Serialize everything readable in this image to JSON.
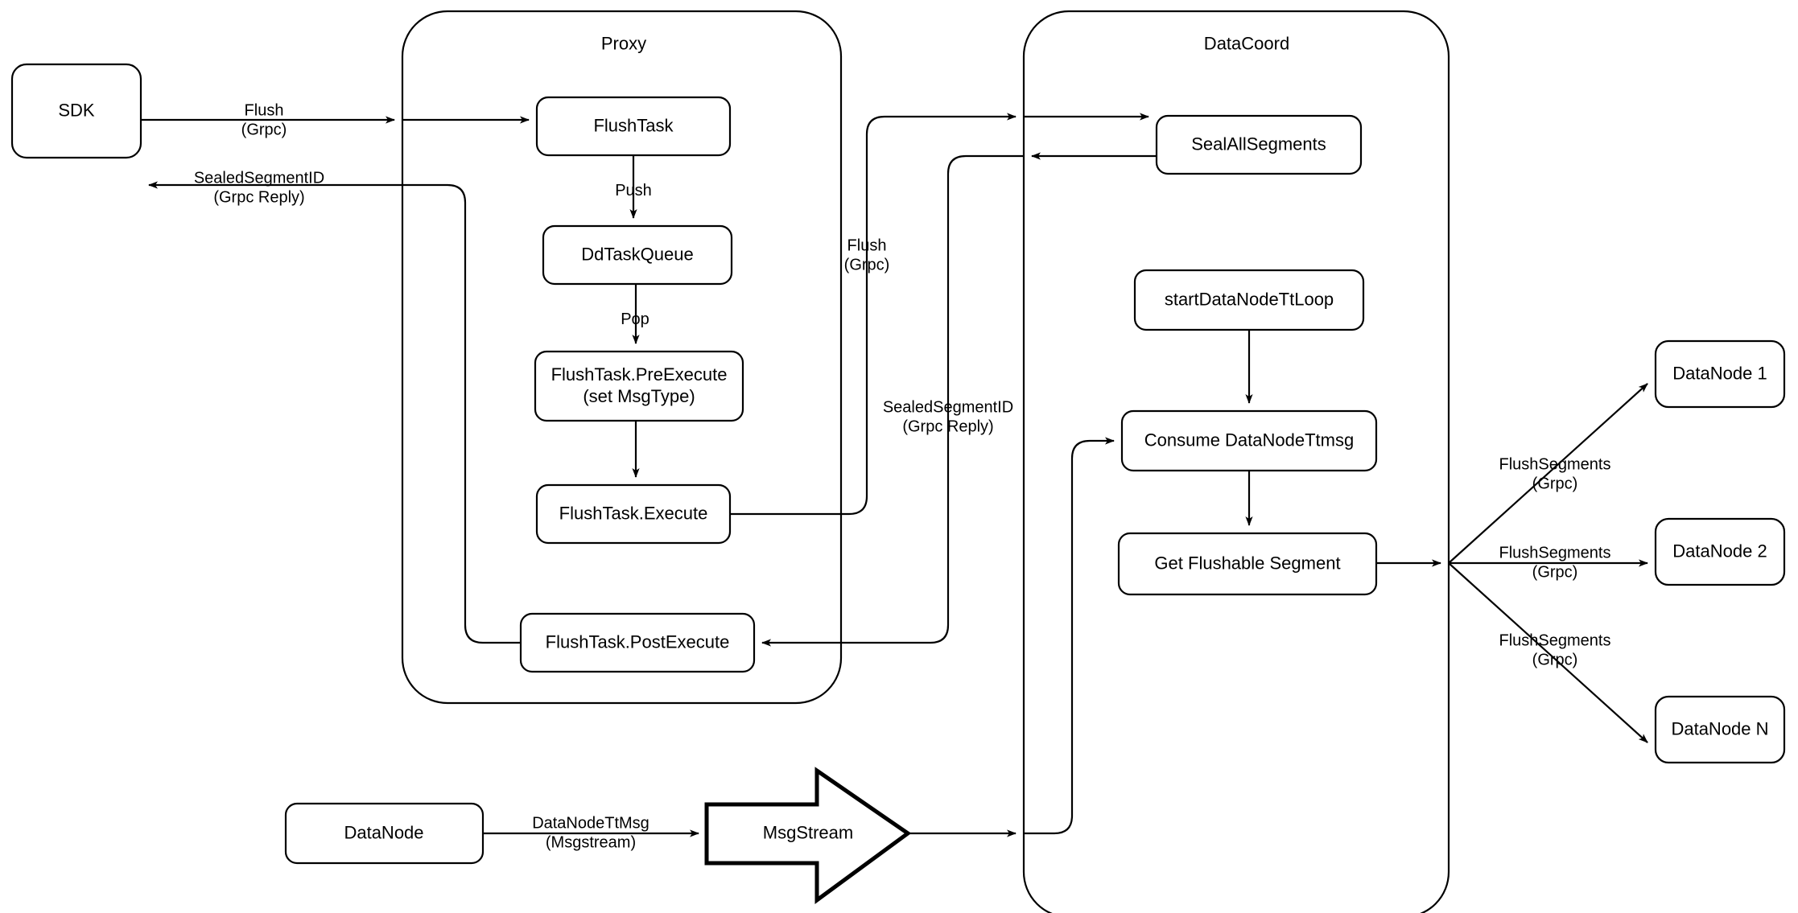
{
  "diagram": {
    "title": "Milvus Flush Flow",
    "background_color": "#ffffff",
    "stroke_color": "#000000"
  },
  "groups": [
    {
      "id": "proxy",
      "label": "Proxy"
    },
    {
      "id": "datacoord",
      "label": "DataCoord"
    }
  ],
  "nodes": {
    "sdk": {
      "label": "SDK"
    },
    "flush_task": {
      "label": "FlushTask"
    },
    "dd_task_queue": {
      "label": "DdTaskQueue"
    },
    "pre_execute": {
      "label": "FlushTask.PreExecute\n(set MsgType)"
    },
    "execute": {
      "label": "FlushTask.Execute"
    },
    "post_execute": {
      "label": "FlushTask.PostExecute"
    },
    "seal_all_segments": {
      "label": "SealAllSegments"
    },
    "start_tt_loop": {
      "label": "startDataNodeTtLoop"
    },
    "consume_ttmsg": {
      "label": "Consume DataNodeTtmsg"
    },
    "get_flushable": {
      "label": "Get Flushable Segment"
    },
    "datanode_src": {
      "label": "DataNode"
    },
    "msgstream": {
      "label": "MsgStream"
    },
    "datanode_1": {
      "label": "DataNode 1"
    },
    "datanode_2": {
      "label": "DataNode 2"
    },
    "datanode_n": {
      "label": "DataNode N"
    }
  },
  "edge_labels": {
    "sdk_to_proxy": "Flush\n(Grpc)",
    "proxy_to_sdk": "SealedSegmentID\n(Grpc Reply)",
    "proxy_to_datacoord": "Flush\n(Grpc)",
    "datacoord_to_proxy": "SealedSegmentID\n(Grpc Reply)",
    "push": "Push",
    "pop": "Pop",
    "datanode_ttmsg": "DataNodeTtMsg\n(Msgstream)",
    "flush_segments_1": "FlushSegments\n(Grpc)",
    "flush_segments_2": "FlushSegments\n(Grpc)",
    "flush_segments_n": "FlushSegments\n(Grpc)"
  }
}
